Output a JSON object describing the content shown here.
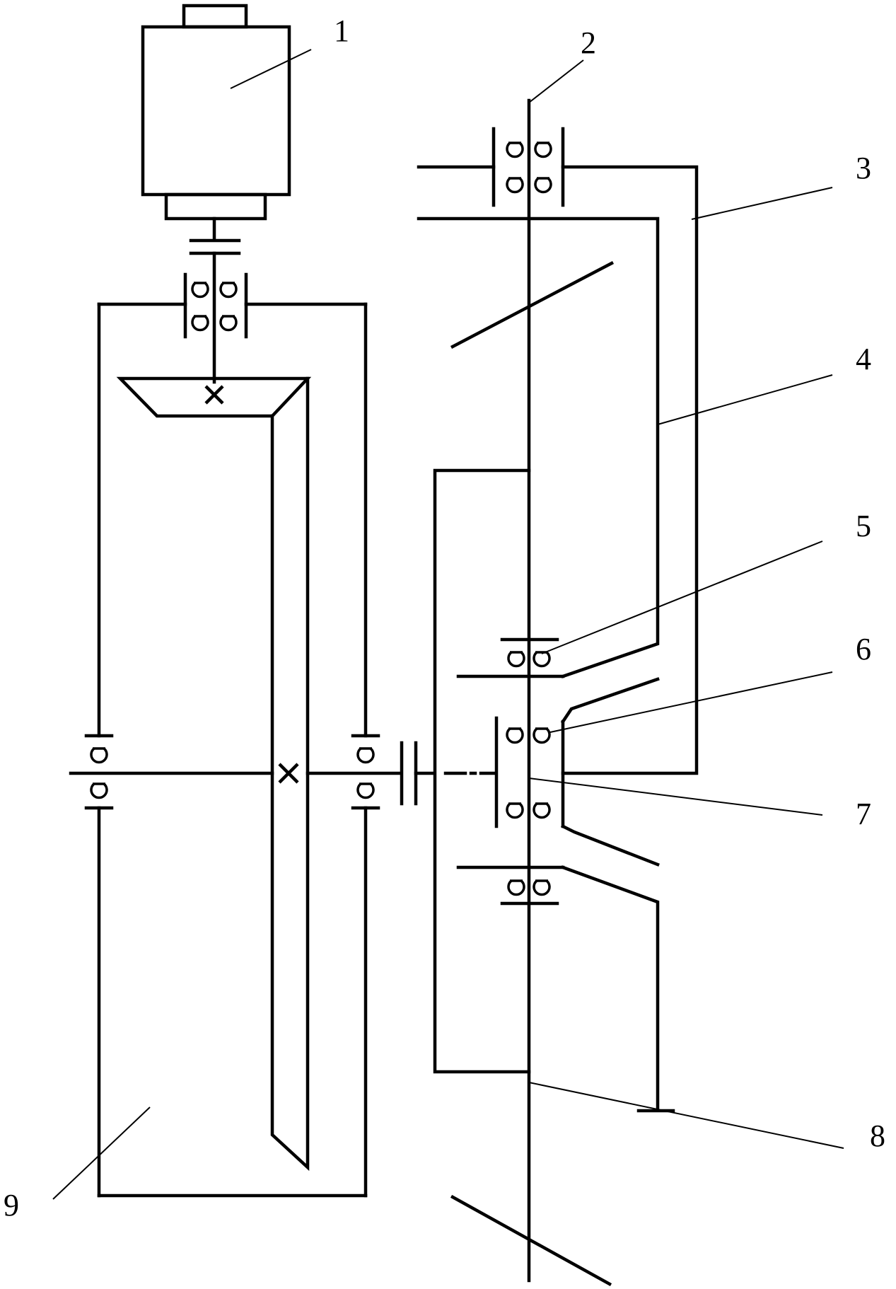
{
  "labels": {
    "l1": "1",
    "l2": "2",
    "l3": "3",
    "l4": "4",
    "l5": "5",
    "l6": "6",
    "l7": "7",
    "l8": "8",
    "l9": "9"
  },
  "colors": {
    "stroke": "#000000",
    "background": "#ffffff"
  }
}
